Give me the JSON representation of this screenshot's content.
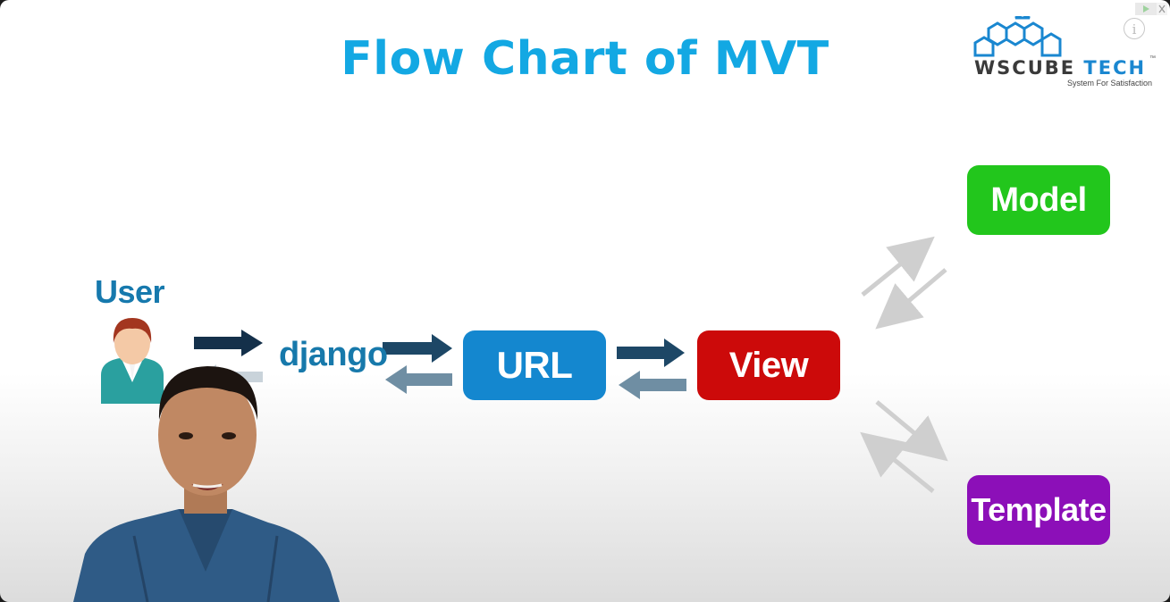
{
  "slide": {
    "title": "Flow Chart of MVT"
  },
  "logo": {
    "word_part1": "WsCube",
    "word_part2": "Tech",
    "trademark": "™",
    "tagline": "System For Satisfaction"
  },
  "overlay": {
    "info_icon": "i"
  },
  "diagram": {
    "user_label": "User",
    "django_label": "django",
    "nodes": {
      "url": "URL",
      "view": "View",
      "model": "Model",
      "template": "Template"
    },
    "colors": {
      "title": "#13a8e3",
      "url": "#1487cf",
      "view": "#cc0a0a",
      "model": "#22c61c",
      "template": "#8c0fb8",
      "arrow_dark": "#1a3a55",
      "arrow_light": "#7a97aa",
      "arrow_faint": "#cfcfcf"
    }
  },
  "presenter": {
    "icon": "presenter-person"
  }
}
